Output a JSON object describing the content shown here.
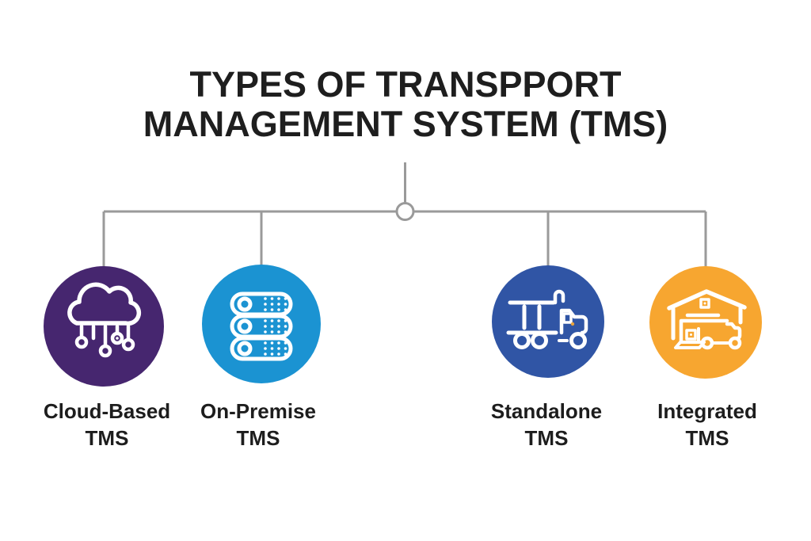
{
  "title": {
    "line1": "TYPES OF TRANSPPORT",
    "line2": "MANAGEMENT SYSTEM (TMS)"
  },
  "colors": {
    "background": "#ffffff",
    "title_text": "#1e1e1e",
    "label_text": "#1d1d1d",
    "connector": "#9a9a9a",
    "icon_stroke": "#ffffff",
    "truck_door_dot": "#e8a33d"
  },
  "nodes": [
    {
      "id": "cloud-based",
      "icon": "cloud-network-icon",
      "color": "#46266f",
      "label_line1": "Cloud-Based",
      "label_line2": "TMS"
    },
    {
      "id": "on-premise",
      "icon": "server-stack-icon",
      "color": "#1b93d2",
      "label_line1": "On-Premise",
      "label_line2": "TMS"
    },
    {
      "id": "standalone",
      "icon": "semi-truck-icon",
      "color": "#3055a5",
      "label_line1": "Standalone",
      "label_line2": "TMS"
    },
    {
      "id": "integrated",
      "icon": "warehouse-truck-icon",
      "color": "#f7a630",
      "label_line1": "Integrated",
      "label_line2": "TMS"
    }
  ]
}
